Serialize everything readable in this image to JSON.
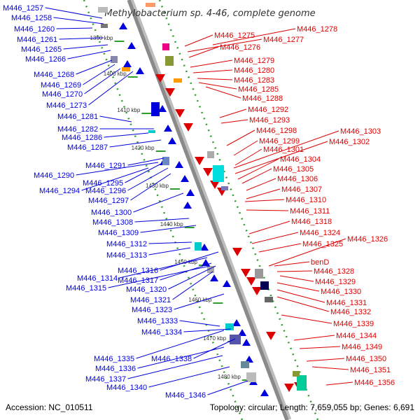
{
  "title": "Methylobacterium sp. 4-46, complete genome",
  "accession": "Accession: NC_010511",
  "summary": "Topology: circular; Length: 7,659,055 bp; Genes: 6,691",
  "colors": {
    "forward": "#0000dd",
    "reverse": "#dd0000",
    "backbone": "#8a8a8a",
    "track_dots": "#2e9e2e"
  },
  "kbp_ticks": [
    "1390 kbp",
    "1400 kbp",
    "1410 kbp",
    "1420 kbp",
    "1430 kbp",
    "1440 kbp",
    "1450 kbp",
    "1460 kbp",
    "1470 kbp",
    "1480 kbp"
  ],
  "left_labels": [
    "M446_1257",
    "M446_1258",
    "M446_1260",
    "M446_1261",
    "M446_1265",
    "M446_1266",
    "M446_1268",
    "M446_1269",
    "M446_1270",
    "M446_1273",
    "M446_1281",
    "M446_1282",
    "M446_1286",
    "M446_1287",
    "M446_1291",
    "M446_1290",
    "M446_1295",
    "M446_1296",
    "M446_1294",
    "M446_1297",
    "M446_1300",
    "M446_1308",
    "M446_1309",
    "M446_1312",
    "M446_1313",
    "M446_1316",
    "M446_1314",
    "M446_1317",
    "M446_1315",
    "M446_1320",
    "M446_1321",
    "M446_1323",
    "M446_1333",
    "M446_1334",
    "M446_1335",
    "M446_1338",
    "M446_1336",
    "M446_1337",
    "M446_1340",
    "M446_1346"
  ],
  "right_labels": [
    "M446_1278",
    "M446_1275",
    "M446_1277",
    "M446_1276",
    "M446_1279",
    "M446_1280",
    "M446_1283",
    "M446_1285",
    "M446_1288",
    "M446_1292",
    "M446_1293",
    "M446_1298",
    "M446_1303",
    "M446_1299",
    "M446_1302",
    "M446_1301",
    "M446_1304",
    "M446_1305",
    "M446_1306",
    "M446_1307",
    "M446_1310",
    "M446_1311",
    "M446_1318",
    "M446_1324",
    "M446_1326",
    "M446_1325",
    "benD",
    "M446_1328",
    "M446_1329",
    "M446_1330",
    "M446_1331",
    "M446_1332",
    "M446_1339",
    "M446_1344",
    "M446_1349",
    "M446_1350",
    "M446_1351",
    "M446_1356"
  ]
}
